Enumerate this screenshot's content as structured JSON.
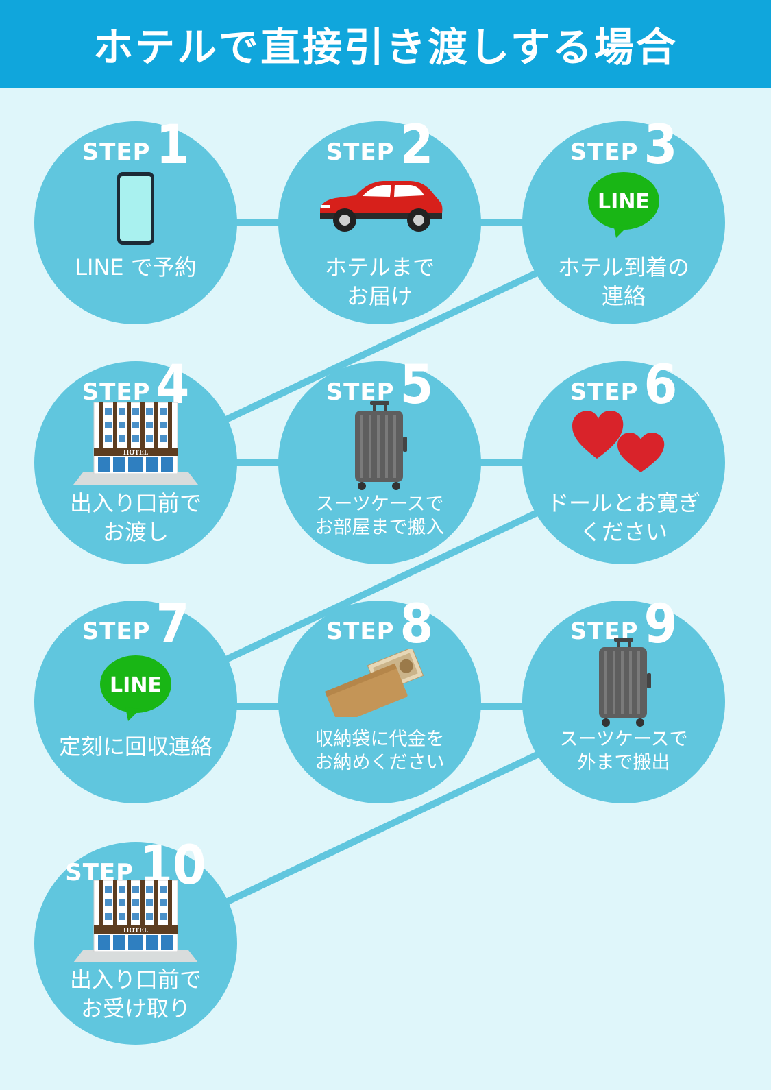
{
  "header": {
    "title": "ホテルで直接引き渡しする場合"
  },
  "step_label": "STEP",
  "line_logo_text": "LINE",
  "hotel_sign_text": "HOTEL",
  "colors": {
    "header": "#10a6dc",
    "background": "#dff6fa",
    "circle": "#60c6de",
    "connector": "#60c6de",
    "line_green": "#19b615"
  },
  "steps": [
    {
      "number": "1",
      "icon": "smartphone-icon",
      "caption": "LINE で予約"
    },
    {
      "number": "2",
      "icon": "car-icon",
      "caption": "ホテルまで\nお届け"
    },
    {
      "number": "3",
      "icon": "line-app-icon",
      "caption": "ホテル到着の\n連絡"
    },
    {
      "number": "4",
      "icon": "hotel-icon",
      "caption": "出入り口前で\nお渡し"
    },
    {
      "number": "5",
      "icon": "suitcase-icon",
      "caption": "スーツケースで\nお部屋まで搬入"
    },
    {
      "number": "6",
      "icon": "hearts-icon",
      "caption": "ドールとお寛ぎ\nください"
    },
    {
      "number": "7",
      "icon": "line-app-icon",
      "caption": "定刻に回収連絡"
    },
    {
      "number": "8",
      "icon": "money-envelope-icon",
      "caption": "収納袋に代金を\nお納めください"
    },
    {
      "number": "9",
      "icon": "suitcase-icon",
      "caption": "スーツケースで\n外まで搬出"
    },
    {
      "number": "10",
      "icon": "hotel-icon",
      "caption": "出入り口前で\nお受け取り"
    }
  ]
}
